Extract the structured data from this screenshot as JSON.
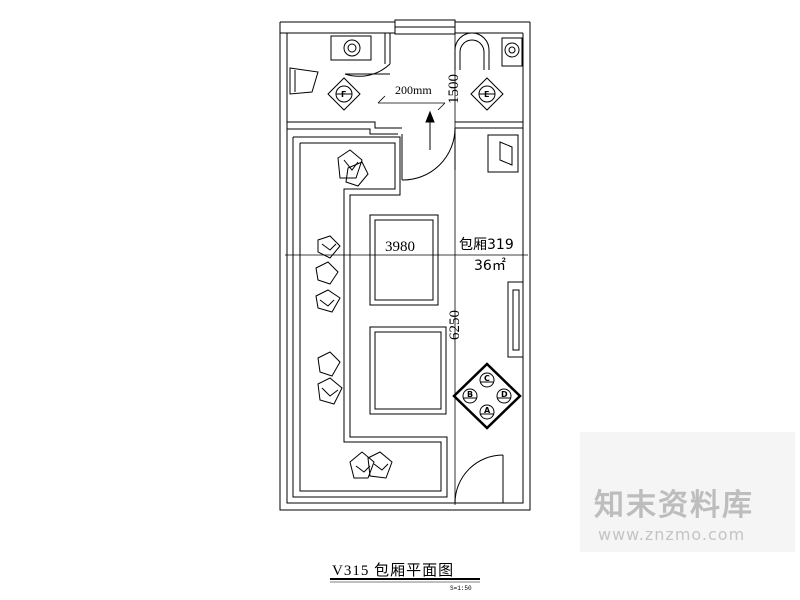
{
  "plan": {
    "room_name": "包厢319",
    "room_area": "36㎡",
    "dims": {
      "corridor_width": "200mm",
      "vestibule_depth": "1500",
      "room_width": "3980",
      "room_length": "6250"
    },
    "elevation_tags": {
      "toilet": "F",
      "vestibule": "E",
      "room": [
        "C",
        "B",
        "D",
        "A"
      ]
    },
    "title": "V315 包厢平面图",
    "scale_note": "S=1:50"
  },
  "watermark": {
    "name": "知末资料库",
    "url": "www.znzmo.com"
  },
  "colors": {
    "line": "#000000",
    "background": "#ffffff",
    "watermark_text": "#bdbdbd"
  }
}
